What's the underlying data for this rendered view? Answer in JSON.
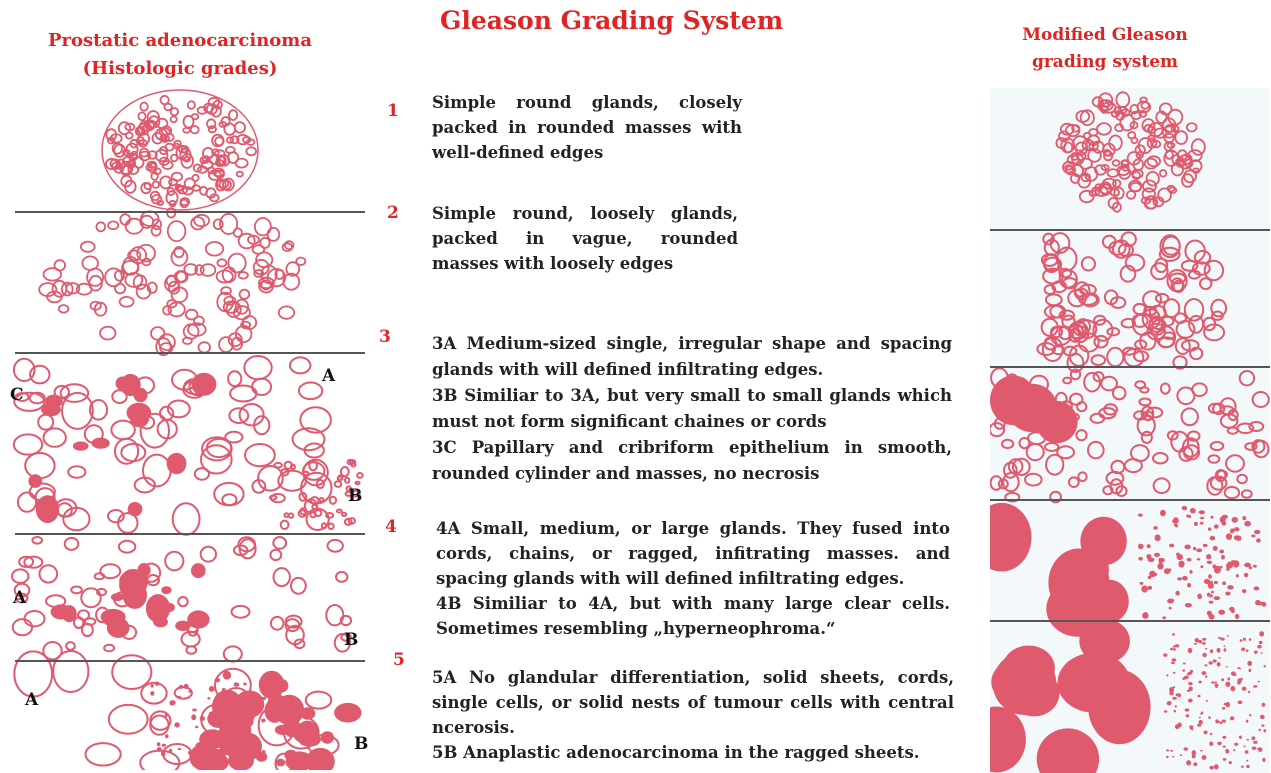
{
  "main_title": "Gleason Grading System",
  "left_panel": {
    "title_line1": "Prostatic adenocarcinoma",
    "title_line2": "(Histologic grades)",
    "markers": {
      "g3_c": "C",
      "g3_a": "A",
      "g3_b": "B",
      "g4_a": "A",
      "g4_b": "B",
      "g5_a": "A",
      "g5_b": "B"
    }
  },
  "right_panel": {
    "title_line1": "Modified Gleason",
    "title_line2": "grading system"
  },
  "grades": [
    {
      "number": "1",
      "lines": [
        "Simple round glands, closely packed in rounded masses with well-defined edges"
      ]
    },
    {
      "number": "2",
      "lines": [
        "Simple round, loosely glands, packed in vague, rounded masses with loosely edges"
      ]
    },
    {
      "number": "3",
      "lines": [
        "3A Medium-sized single, irregular shape and spacing glands with will defined infiltrating edges.",
        "3B Similiar to 3A, but very small to small glands which must not form significant chaines or cords",
        "3C Papillary and cribriform epithelium in smooth, rounded cylinder and masses, no necrosis"
      ]
    },
    {
      "number": "4",
      "lines": [
        "4A Small, medium, or large glands. They fused into cords, chains, or ragged, infitrating masses. and spacing glands with will defined infiltrating edges.",
        "4B Similiar to 4A, but with many large clear cells. Sometimes resembling „hyperneophroma.“"
      ]
    },
    {
      "number": "5",
      "lines": [
        "5A No glandular differentiation, solid sheets, cords, single cells, or solid nests of tumour cells with central ncerosis.",
        "5B Anaplastic adenocarcinoma in the ragged sheets."
      ]
    }
  ],
  "colors": {
    "accent_red": "#e02424",
    "gland_pink": "#e05a6e",
    "right_bg": "#f3f8fb"
  }
}
